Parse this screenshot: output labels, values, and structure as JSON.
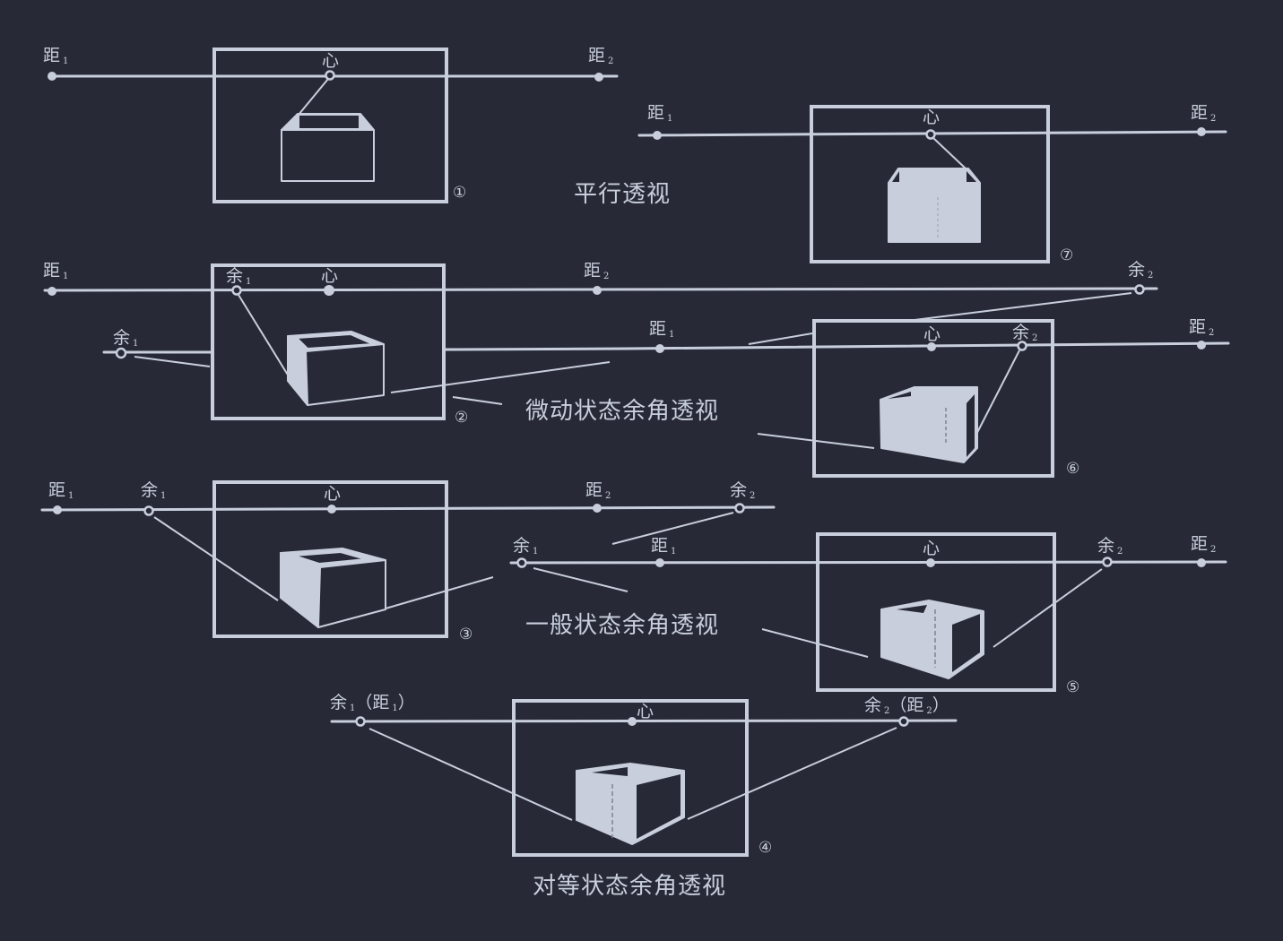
{
  "colors": {
    "background": "#272a36",
    "ink": "#c9cedc"
  },
  "captions": {
    "parallel": "平行透视",
    "slight": "微动状态余角透视",
    "general": "一般状态余角透视",
    "equal": "对等状态余角透视"
  },
  "terms": {
    "distance": "距",
    "remainder": "余",
    "center": "心"
  },
  "figures": [
    {
      "id": 1,
      "number": "①",
      "type": "parallel",
      "labels": [
        {
          "t": "距",
          "s": "1"
        },
        {
          "t": "心",
          "s": ""
        },
        {
          "t": "距",
          "s": "2"
        }
      ]
    },
    {
      "id": 2,
      "number": "②",
      "type": "slight",
      "labels": [
        {
          "t": "距",
          "s": "1"
        },
        {
          "t": "余",
          "s": "1"
        },
        {
          "t": "心",
          "s": ""
        },
        {
          "t": "距",
          "s": "2"
        },
        {
          "t": "余",
          "s": "1"
        }
      ]
    },
    {
      "id": 3,
      "number": "③",
      "type": "general",
      "labels": [
        {
          "t": "距",
          "s": "1"
        },
        {
          "t": "余",
          "s": "1"
        },
        {
          "t": "心",
          "s": ""
        },
        {
          "t": "距",
          "s": "2"
        },
        {
          "t": "余",
          "s": "2"
        }
      ]
    },
    {
      "id": 4,
      "number": "④",
      "type": "equal",
      "labels": [
        {
          "t": "余",
          "s": "1",
          "paren": "距",
          "ps": "1"
        },
        {
          "t": "心",
          "s": ""
        },
        {
          "t": "余",
          "s": "2",
          "paren": "距",
          "ps": "2"
        }
      ]
    },
    {
      "id": 5,
      "number": "⑤",
      "type": "general",
      "labels": [
        {
          "t": "余",
          "s": "1"
        },
        {
          "t": "距",
          "s": "1"
        },
        {
          "t": "心",
          "s": ""
        },
        {
          "t": "余",
          "s": "2"
        },
        {
          "t": "距",
          "s": "2"
        }
      ]
    },
    {
      "id": 6,
      "number": "⑥",
      "type": "slight",
      "labels": [
        {
          "t": "余",
          "s": "2"
        },
        {
          "t": "距",
          "s": "1"
        },
        {
          "t": "心",
          "s": ""
        },
        {
          "t": "余",
          "s": "2"
        },
        {
          "t": "距",
          "s": "2"
        }
      ]
    },
    {
      "id": 7,
      "number": "⑦",
      "type": "parallel",
      "labels": [
        {
          "t": "距",
          "s": "1"
        },
        {
          "t": "心",
          "s": ""
        },
        {
          "t": "距",
          "s": "2"
        }
      ]
    }
  ]
}
